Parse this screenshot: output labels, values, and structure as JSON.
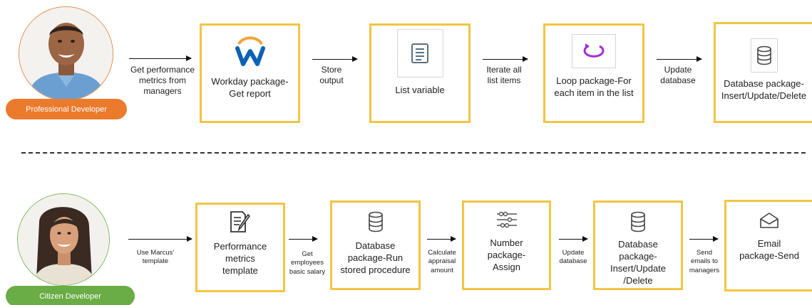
{
  "professional": {
    "role": "Professional Developer",
    "role_color": "#ec7a2c",
    "steps": [
      {
        "label": "Workday package-\nGet report",
        "icon": "workday-logo-icon"
      },
      {
        "label": "List variable",
        "icon": "list-icon"
      },
      {
        "label": "Loop package-For\neach item in the list",
        "icon": "loop-icon"
      },
      {
        "label": "Database package-\nInsert/Update/Delete",
        "icon": "database-icon"
      }
    ],
    "arrows": [
      "Get performance\nmetrics from\nmanagers",
      "Store\noutput",
      "Iterate all\nlist items",
      "Update\ndatabase"
    ]
  },
  "citizen": {
    "role": "Citizen Developer",
    "role_color": "#6aac45",
    "steps": [
      {
        "label": "Performance\nmetrics\ntemplate",
        "icon": "document-pen-icon"
      },
      {
        "label": "Database\npackage-Run\nstored procedure",
        "icon": "database-icon"
      },
      {
        "label": "Number\npackage-\nAssign",
        "icon": "sliders-icon"
      },
      {
        "label": "Database\npackage-\nInsert/Update\n/Delete",
        "icon": "database-icon"
      },
      {
        "label": "Email\npackage-Send",
        "icon": "envelope-icon"
      }
    ],
    "arrows": [
      "Use Marcus'\ntemplate",
      "Get\nemployees\nbasic salary",
      "Calculate\nappraisal\namount",
      "Update\ndatabase",
      "Send\nemails to\nmanagers"
    ]
  },
  "colors": {
    "box_border": "#f2c543",
    "workday_blue": "#0c62b5",
    "workday_orange": "#f2a33a",
    "loop_purple": "#a52bd6"
  }
}
